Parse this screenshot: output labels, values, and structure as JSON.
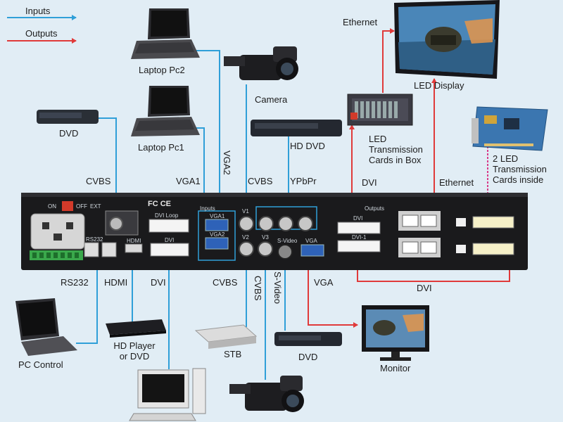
{
  "legend": {
    "inputs": {
      "label": "Inputs",
      "color": "#2f9fd8"
    },
    "outputs": {
      "label": "Outputs",
      "color": "#e03a3a"
    }
  },
  "devices": {
    "laptop_pc2": "Laptop Pc2",
    "laptop_pc1": "Laptop Pc1",
    "camera_top": "Camera",
    "dvd_left": "DVD",
    "hd_dvd": "HD DVD",
    "led_box_line1": "LED",
    "led_box_line2": "Transmission",
    "led_box_line3": "Cards in Box",
    "led_display": "LED Display",
    "led_cards_line1": "2 LED",
    "led_cards_line2": "Transmission",
    "led_cards_line3": "Cards inside",
    "pc_control": "PC Control",
    "hd_player_line1": "HD Player",
    "hd_player_line2": "or DVD",
    "stb": "STB",
    "dvd_bottom": "DVD",
    "monitor": "Monitor"
  },
  "signals": {
    "cvbs_top_left": "CVBS",
    "vga1": "VGA1",
    "vga2": "VGA2",
    "cvbs_top_mid": "CVBS",
    "ypbpr": "YPbPr",
    "dvi_top": "DVI",
    "ethernet_top": "Ethernet",
    "ethernet_right": "Ethernet",
    "rs232": "RS232",
    "hdmi": "HDMI",
    "dvi_bottom_left": "DVI",
    "cvbs_bottom": "CVBS",
    "cvbs_bottom_vertical": "CVBS",
    "s_video": "S-Video",
    "vga_out": "VGA",
    "dvi_bottom_right": "DVI"
  },
  "panel": {
    "on": "ON",
    "off": "OFF",
    "ext": "EXT",
    "dvi_loop": "DVI Loop",
    "vga1_port": "VGA1",
    "vga2_port": "VGA2",
    "hdmi_port": "HDMI",
    "dvi_in_port": "DVI",
    "v1": "V1",
    "v2": "V2",
    "v3": "V3",
    "s_video_port": "S-Video",
    "vga_out_port": "VGA",
    "dvi_out_port": "DVI",
    "dvi_out2_port": "DVI-1",
    "rs232_port": "RS232",
    "inputs_tag": "Inputs",
    "outputs_tag": "Outputs",
    "fc_ce": "FC CE"
  }
}
